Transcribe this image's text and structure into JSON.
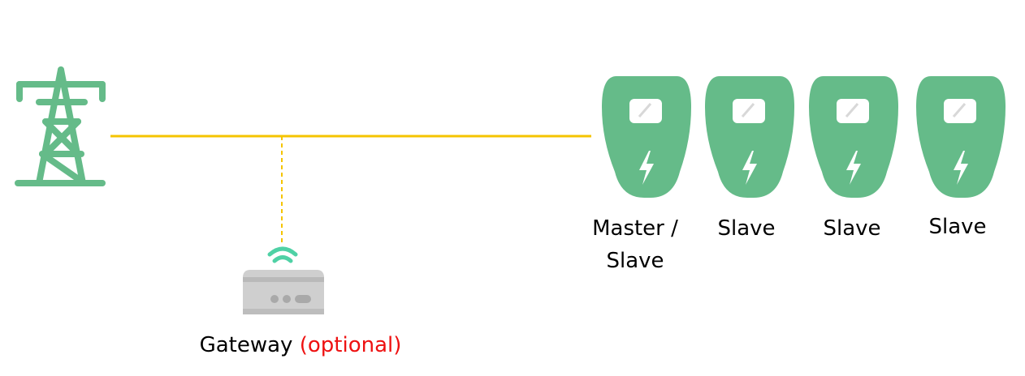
{
  "colors": {
    "icon_green": "#65bb89",
    "line_yellow": "#f5c400",
    "gateway_gray": "#cfcfcf",
    "wifi_teal": "#4fd1a5",
    "optional_red": "#ee1111"
  },
  "icons": {
    "grid": "power-pylon-icon",
    "gateway": "router-icon",
    "wifi": "wifi-signal-icon",
    "charger": "ev-charger-icon"
  },
  "chargers": [
    {
      "label_line1": "Master /",
      "label_line2": "Slave"
    },
    {
      "label_line1": "Slave"
    },
    {
      "label_line1": "Slave"
    },
    {
      "label_line1": "Slave"
    }
  ],
  "gateway": {
    "label": "Gateway",
    "optional_note": "(optional)"
  }
}
